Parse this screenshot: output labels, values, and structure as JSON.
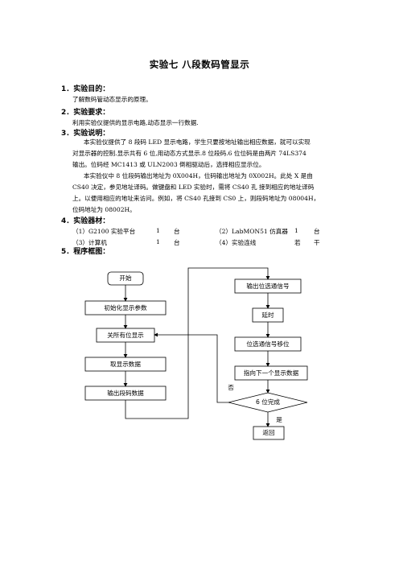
{
  "title": "实验七   八段数码管显示",
  "sections": {
    "s1": {
      "heading": "1．实验目的：",
      "body": "了解数码管动态显示的原理。"
    },
    "s2": {
      "heading": "2．实验要求：",
      "body": "利用实验仪提供的显示电路,动态显示一行数据."
    },
    "s3": {
      "heading": "3．实验说明：",
      "lines": [
        "本实验仪提供了 8 段码 LED 显示电路，学生只要按地址输出相应数据，就可以实现",
        "对显示器的控制.显示共有 6 位,用动态方式显示.8 位段码.6 位位码是由两片 74LS374",
        "输出。位码经 MC1413 或 ULN2003 倒相驱动后，选择相应显示位。",
        "本实验仪中  8 位段码输出地址为 0X004H，位码输出地址为  0X002H。此处 X 是由",
        "CS40 决定，参见地址译码。做键盘和 LED 实验时，需将 CS40 孔 接到相应的地址译码",
        "上。以便用相应的地址来访问。例如，将 CS40 孔接到 CS0 上，则段码地址为 08004H，",
        "位码地址为 08002H。"
      ]
    },
    "s4": {
      "heading": "4．实验器材：",
      "rows": [
        [
          "（1）G2100 实验平台",
          "1",
          "台",
          "（2）LabMON51 仿真器",
          "1",
          "台"
        ],
        [
          "（3）计算机",
          "1",
          "台",
          "（4）实验连线",
          "若",
          "干"
        ]
      ]
    },
    "s5": {
      "heading": "5．程序框图："
    }
  },
  "flowchart": {
    "start": "开始",
    "init": "初始化显示参数",
    "all_off": "关所有位显示",
    "fetch": "取显示数据",
    "out_seg": "输出段码数据",
    "out_pos": "输出位选通信号",
    "delay": "延时",
    "shift": "位选通信号移位",
    "next": "指向下一个显示数据",
    "decision": "6 位完成",
    "no_label": "否",
    "yes_label": "是",
    "ret": "返回"
  }
}
